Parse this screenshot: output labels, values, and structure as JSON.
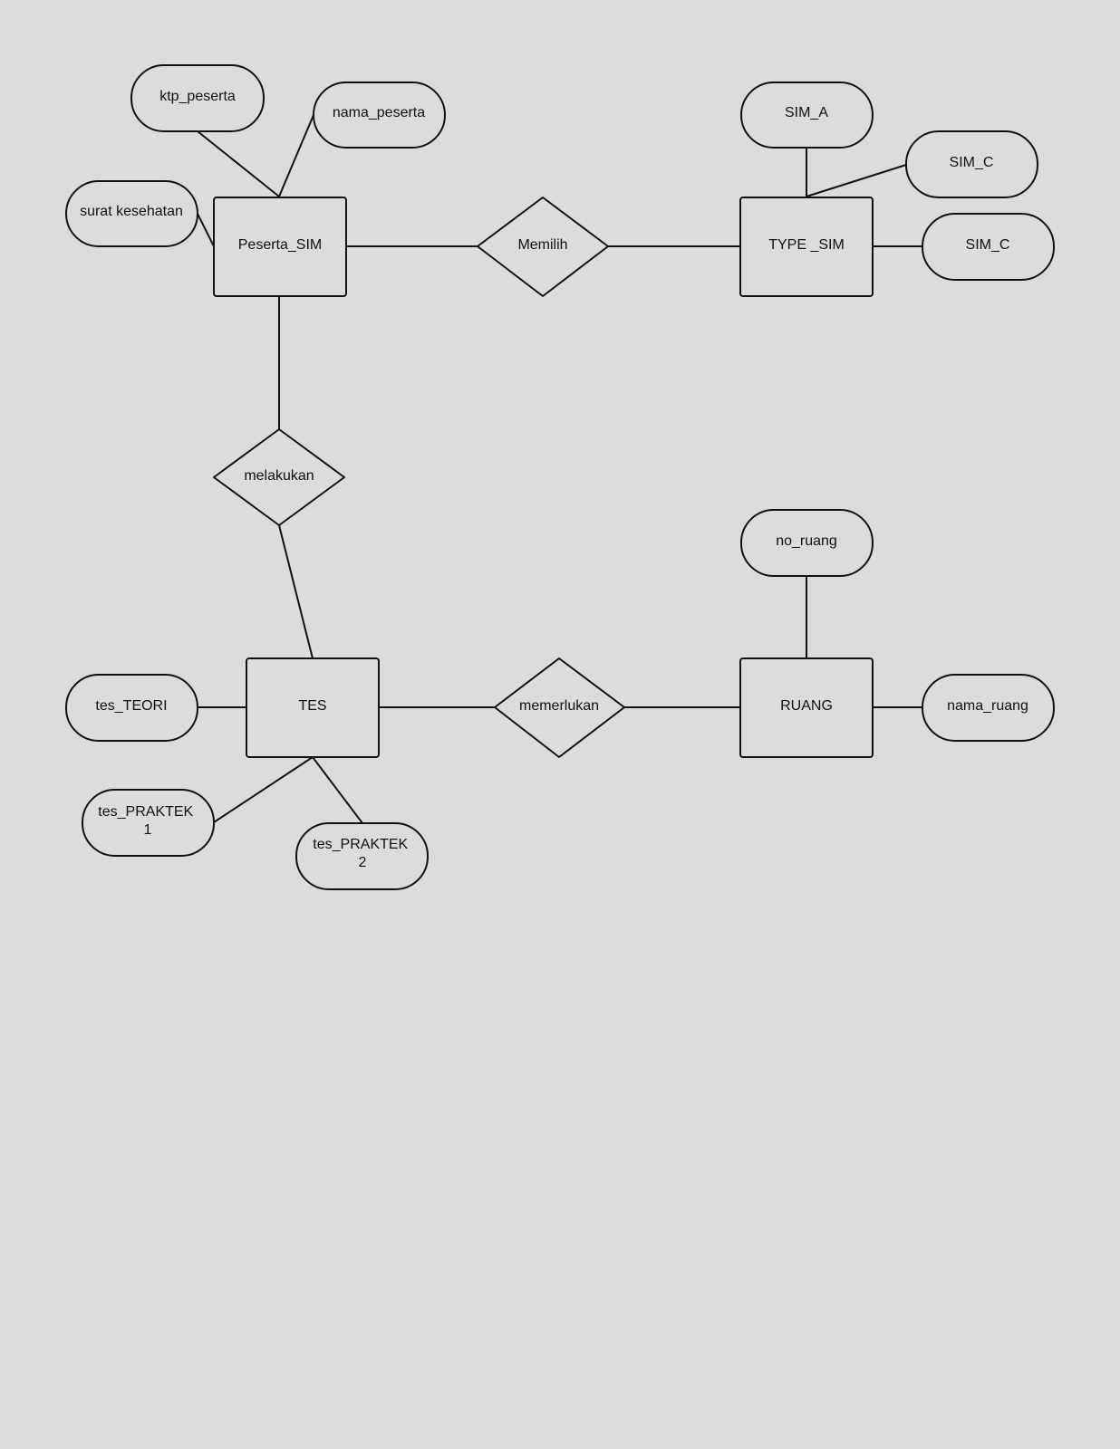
{
  "colors": {
    "background": "#dcdcdc",
    "stroke": "#111111",
    "text": "#111111"
  },
  "entities": {
    "peserta_sim": "Peserta_SIM",
    "type_sim": "TYPE _SIM",
    "tes": "TES",
    "ruang": "RUANG"
  },
  "relationships": {
    "memilih": "Memilih",
    "melakukan": "melakukan",
    "memerlukan": "memerlukan"
  },
  "attributes": {
    "ktp_peserta": "ktp_peserta",
    "nama_peserta": "nama_peserta",
    "surat_kesehatan": "surat kesehatan",
    "sim_a": "SIM_A",
    "sim_c_upper": "SIM_C",
    "sim_c_lower": "SIM_C",
    "no_ruang": "no_ruang",
    "nama_ruang": "nama_ruang",
    "tes_teori": "tes_TEORI",
    "tes_praktek_1": [
      "tes_PRAKTEK",
      "1"
    ],
    "tes_praktek_2": [
      "tes_PRAKTEK",
      "2"
    ]
  }
}
